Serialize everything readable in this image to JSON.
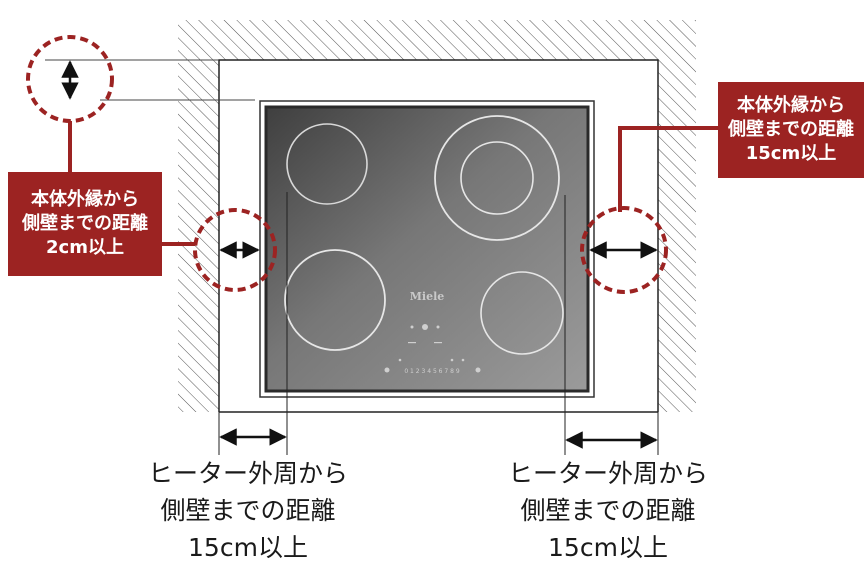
{
  "callouts": {
    "left": {
      "line1": "本体外縁から",
      "line2": "側壁までの距離",
      "line3": "2cm以上"
    },
    "right": {
      "line1": "本体外縁から",
      "line2": "側壁までの距離",
      "line3": "15cm以上"
    }
  },
  "captions": {
    "left": {
      "line1": "ヒーター外周から",
      "line2": "側壁までの距離",
      "line3": "15cm以上"
    },
    "right": {
      "line1": "ヒーター外周から",
      "line2": "側壁までの距離",
      "line3": "15cm以上"
    }
  },
  "cooktop": {
    "brand": "Miele",
    "control_scale": "0 1 2 3 4 5 6 7 8 9"
  },
  "colors": {
    "callout_bg": "#9c2322",
    "dashed_circle": "#9c2322",
    "hatch": "#555555",
    "glass": "#6e6e6e"
  }
}
